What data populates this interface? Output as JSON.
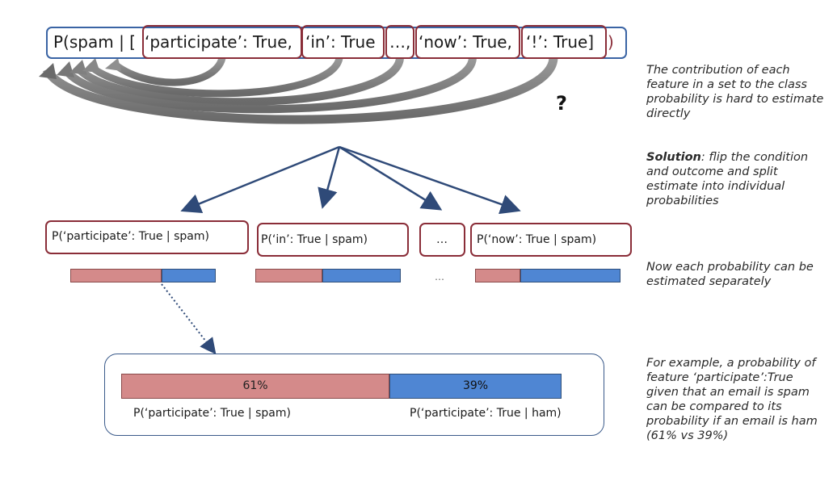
{
  "top_formula": {
    "prefix": "P(spam | [",
    "features": [
      "‘participate’: True,",
      "‘in’: True",
      "…,",
      "‘now’: True,",
      "‘!’: True]"
    ],
    "suffix": ")",
    "question_mark": "?"
  },
  "conditional_boxes": [
    "P(‘participate’:  True | spam)",
    "P(‘in’:  True | spam)",
    "…",
    "P(‘now’:  True | spam)"
  ],
  "small_bars": [
    {
      "spam_fraction": 0.63
    },
    {
      "spam_fraction": 0.46
    },
    {
      "spam_fraction": 0.31
    }
  ],
  "bars_ellipsis": "…",
  "example": {
    "spam_percent_label": "61%",
    "ham_percent_label": "39%",
    "spam_fraction": 0.61,
    "spam_caption": "P(‘participate’:  True | spam)",
    "ham_caption": "P(‘participate’:  True | ham)"
  },
  "notes": {
    "note1": "The contribution of each feature in a set to the class probability is hard to estimate directly",
    "note2_bold": "Solution",
    "note2_rest": ": flip the condition and outcome and split estimate into individual probabilities",
    "note3": "Now each probability can be estimated separately",
    "note4": "For example, a probability of feature ‘participate’:True given that an email is spam can be compared to its probability if an email is ham (61% vs 39%)"
  },
  "colors": {
    "spam": "#d48a8a",
    "ham": "#4f86d3",
    "outer_border": "#3a64a4",
    "feature_border": "#8a2d38",
    "arrow": "#2f4a78"
  }
}
